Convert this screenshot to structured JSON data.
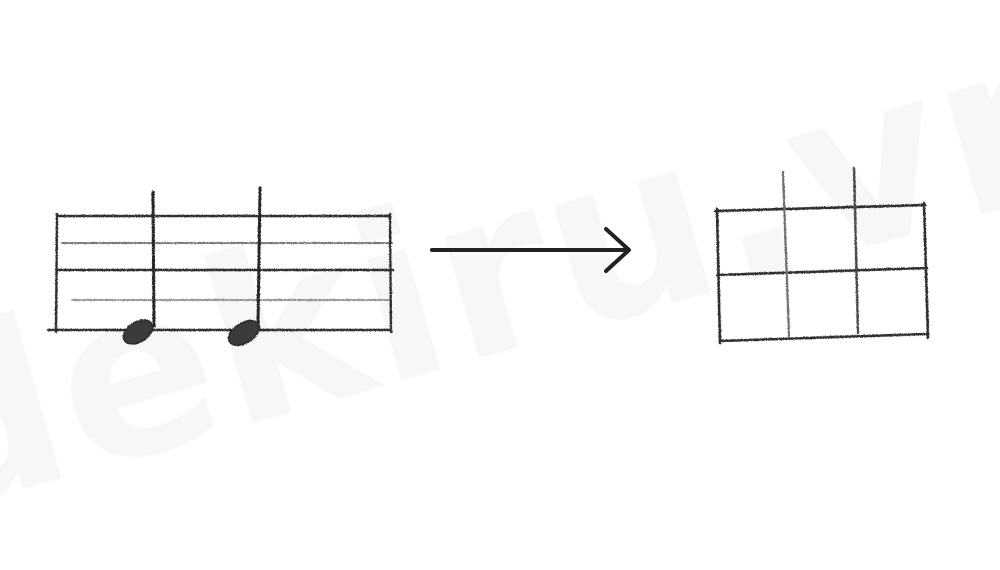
{
  "watermark": {
    "text": "dekiru.vn"
  },
  "colors": {
    "ink": "#2b2b2b",
    "ink_light": "#6a6a6a",
    "arrow": "#222222",
    "background": "#ffffff"
  },
  "icons": {
    "left": "music-staff-with-two-notes",
    "middle": "right-arrow",
    "right": "chord-grid"
  }
}
